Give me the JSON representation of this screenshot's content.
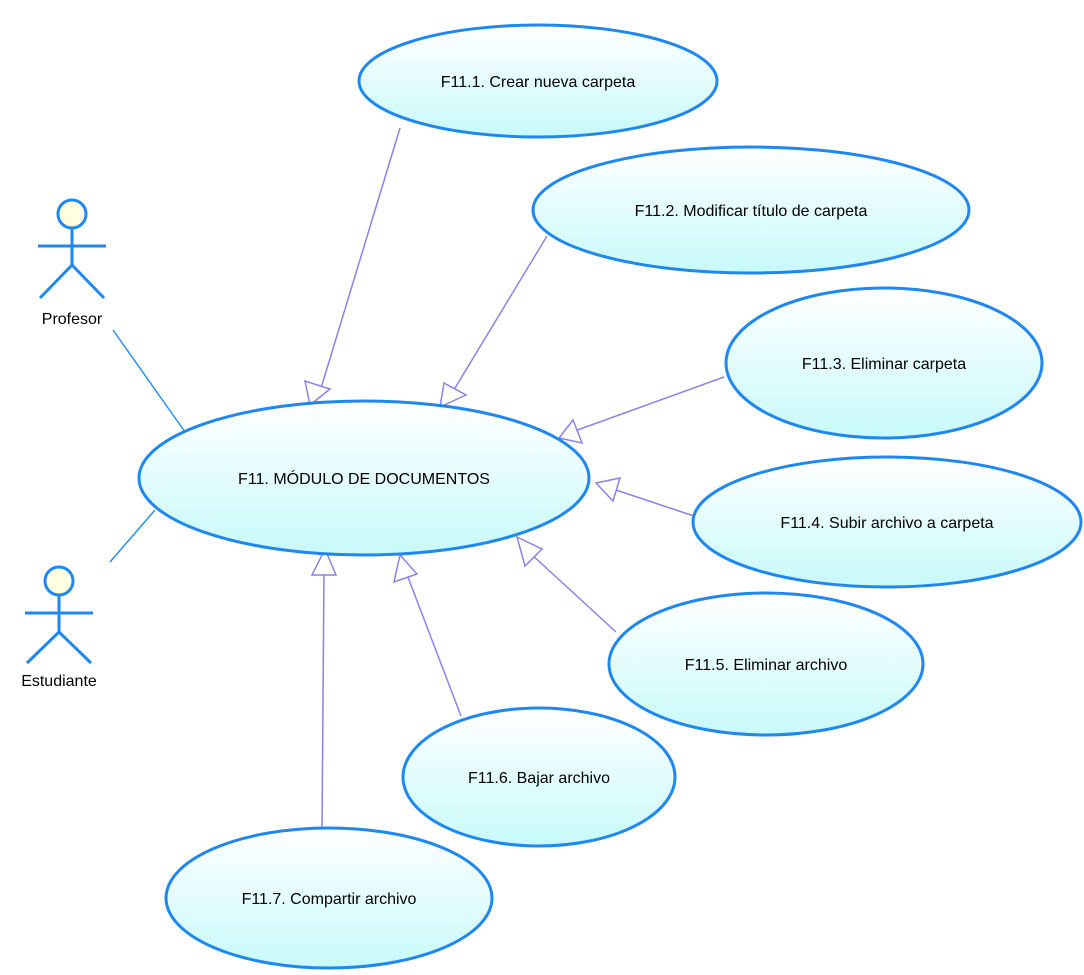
{
  "colors": {
    "usecase_stroke": "#1f87f0",
    "usecase_fill_top": "#ffffff",
    "usecase_fill_bottom": "#c8fafa",
    "generalization_line": "#8a83e6",
    "association_line": "#2a8ff0",
    "actor_stroke": "#1f87f0",
    "actor_head_fill": "#ffffe0"
  },
  "actors": [
    {
      "id": "profesor",
      "label": "Profesor",
      "icon": "stick-figure-actor"
    },
    {
      "id": "estudiante",
      "label": "Estudiante",
      "icon": "stick-figure-actor"
    }
  ],
  "main_use_case": {
    "id": "f11",
    "label": "F11. MÓDULO DE DOCUMENTOS"
  },
  "use_cases": [
    {
      "id": "f11-1",
      "label": "F11.1. Crear nueva carpeta"
    },
    {
      "id": "f11-2",
      "label": "F11.2. Modificar título de carpeta"
    },
    {
      "id": "f11-3",
      "label": "F11.3. Eliminar carpeta"
    },
    {
      "id": "f11-4",
      "label": "F11.4. Subir archivo a carpeta"
    },
    {
      "id": "f11-5",
      "label": "F11.5. Eliminar archivo"
    },
    {
      "id": "f11-6",
      "label": "F11.6. Bajar archivo"
    },
    {
      "id": "f11-7",
      "label": "F11.7. Compartir archivo"
    }
  ],
  "relationships": {
    "associations": [
      {
        "from": "profesor",
        "to": "f11"
      },
      {
        "from": "estudiante",
        "to": "f11"
      }
    ],
    "generalizations": [
      {
        "from": "f11-1",
        "to": "f11"
      },
      {
        "from": "f11-2",
        "to": "f11"
      },
      {
        "from": "f11-3",
        "to": "f11"
      },
      {
        "from": "f11-4",
        "to": "f11"
      },
      {
        "from": "f11-5",
        "to": "f11"
      },
      {
        "from": "f11-6",
        "to": "f11"
      },
      {
        "from": "f11-7",
        "to": "f11"
      }
    ]
  }
}
